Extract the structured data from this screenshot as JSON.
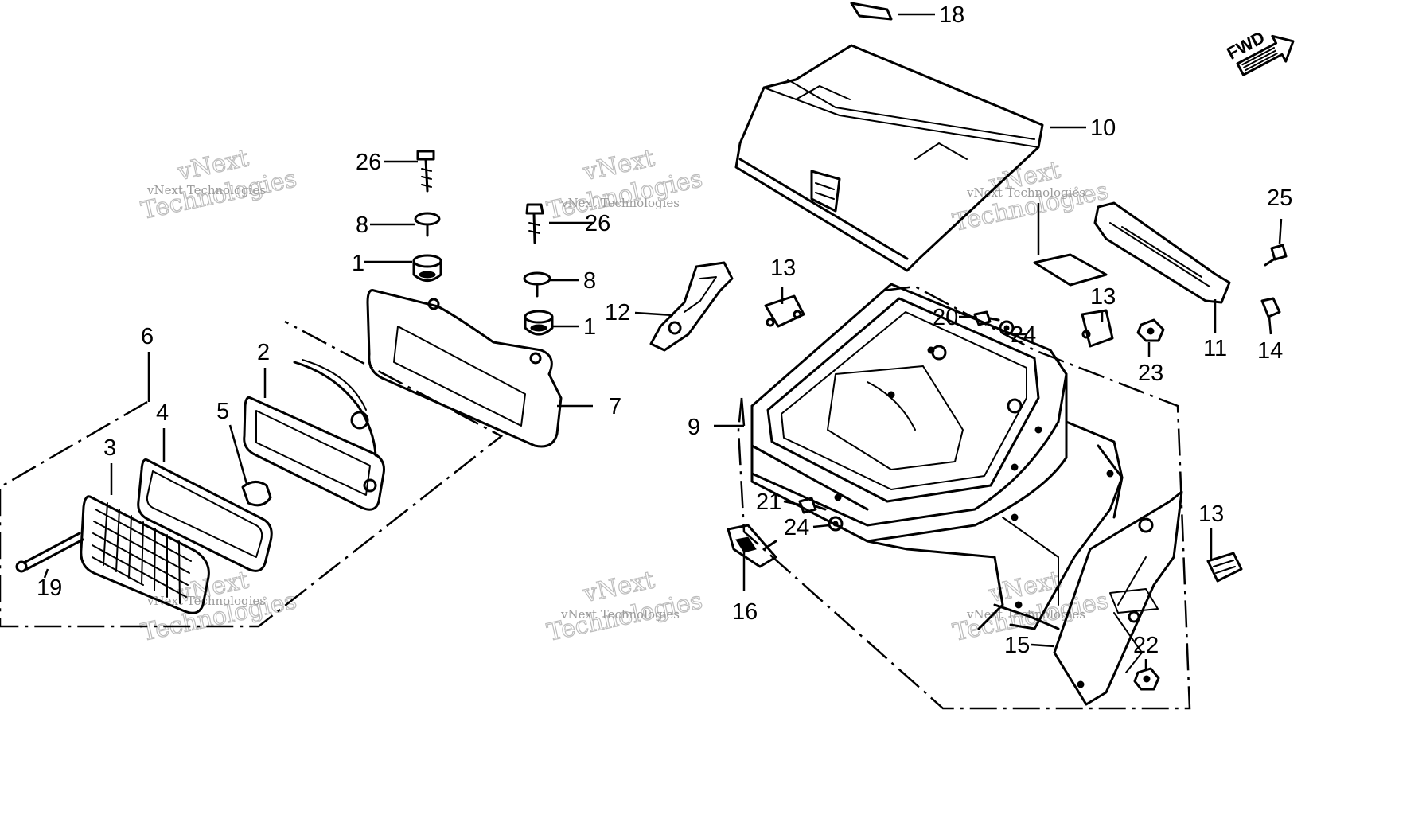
{
  "diagram": {
    "callouts": [
      "1",
      "1",
      "2",
      "3",
      "4",
      "5",
      "6",
      "7",
      "8",
      "8",
      "9",
      "10",
      "11",
      "12",
      "13",
      "13",
      "13",
      "14",
      "15",
      "16",
      "18",
      "19",
      "20",
      "21",
      "22",
      "23",
      "24",
      "24",
      "25",
      "26",
      "26"
    ],
    "direction_label": "FWD",
    "watermark": {
      "brand_small": "vNext Technologies",
      "brand_large": "Technologies",
      "brand_top": "vNext"
    }
  }
}
